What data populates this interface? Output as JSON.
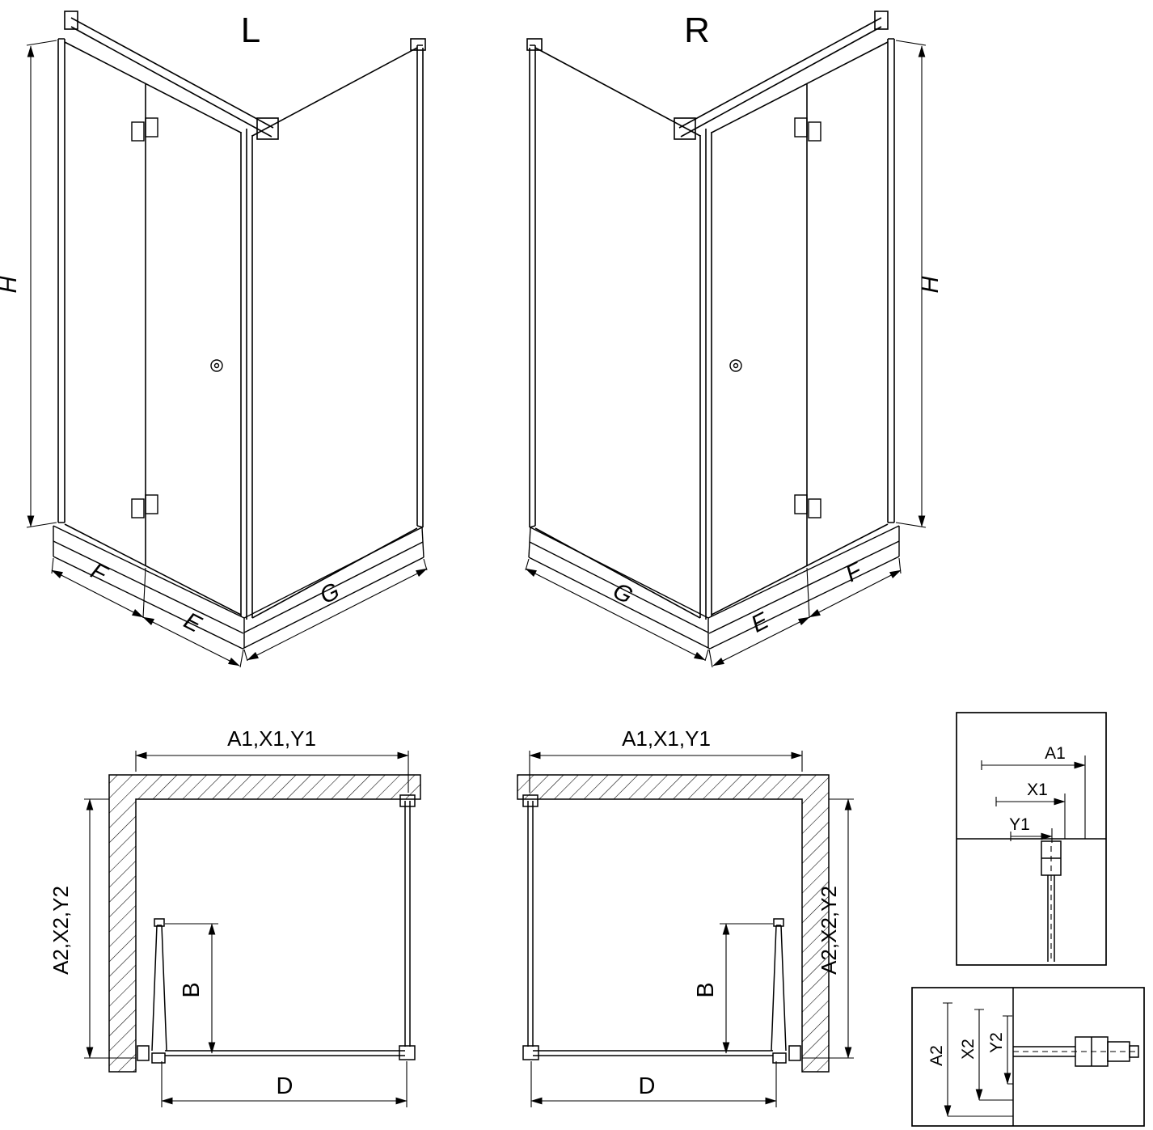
{
  "colors": {
    "line": "#000000",
    "background": "#ffffff"
  },
  "elevation_left": {
    "title": "L",
    "h": "H",
    "f": "F",
    "e": "E",
    "g": "G"
  },
  "elevation_right": {
    "title": "R",
    "h": "H",
    "f": "F",
    "e": "E",
    "g": "G"
  },
  "plan_left": {
    "width_top": "A1,X1,Y1",
    "depth_side": "A2,X2,Y2",
    "door_projection": "B",
    "width_bottom": "D"
  },
  "plan_right": {
    "width_top": "A1,X1,Y1",
    "depth_side": "A2,X2,Y2",
    "door_projection": "B",
    "width_bottom": "D"
  },
  "detail_horizontal": {
    "a1": "A1",
    "x1": "X1",
    "y1": "Y1"
  },
  "detail_vertical": {
    "a2": "A2",
    "x2": "X2",
    "y2": "Y2"
  }
}
